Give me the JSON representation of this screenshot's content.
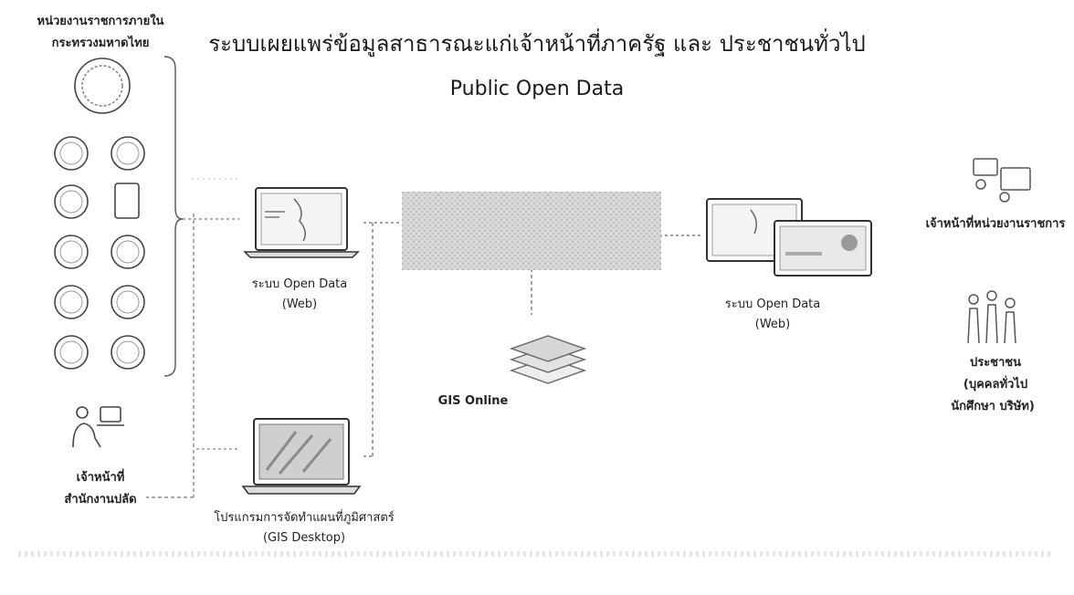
{
  "title": "ระบบเผยแพร่ข้อมูลสาธารณะแก่เจ้าหน้าที่ภาครัฐ และ ประชาชนทั่วไป",
  "subtitle": "Public Open Data",
  "agencies": {
    "heading_line1": "หน่วยงานราชการภายใน",
    "heading_line2": "กระทรวงมหาดไทย",
    "seal_count": 11
  },
  "staff_left": {
    "line1": "เจ้าหน้าที่",
    "line2": "สำนักงานปลัด"
  },
  "web_left": {
    "line1": "ระบบ Open Data",
    "line2": "(Web)"
  },
  "gis_desktop": {
    "line1": "โปรแกรมการจัดทำแผนที่ภูมิศาสตร์",
    "line2": "(GIS Desktop)"
  },
  "gis_online": {
    "label": "GIS Online"
  },
  "web_right": {
    "line1": "ระบบ Open Data",
    "line2": "(Web)"
  },
  "officials": {
    "label": "เจ้าหน้าที่หน่วยงานราชการ"
  },
  "public": {
    "line1": "ประชาชน",
    "line2": "(บุคคลทั่วไป",
    "line3": "นักศึกษา บริษัท)"
  },
  "colors": {
    "line": "#555555",
    "faded": "#9a9a9a",
    "accent": "#777777"
  }
}
